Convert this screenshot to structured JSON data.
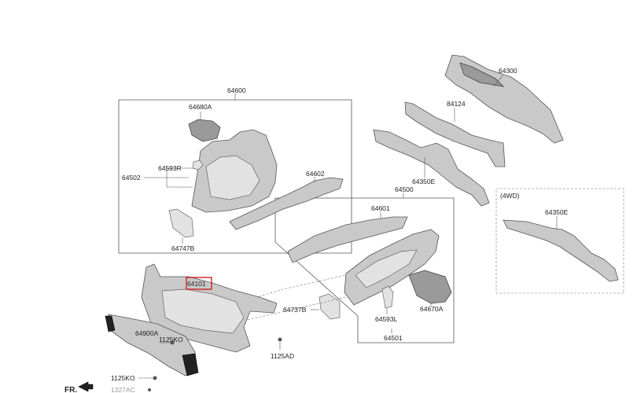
{
  "labels": {
    "p64600": "64600",
    "p64680A": "64680A",
    "p64593R": "64593R",
    "p64502": "64502",
    "p64602": "64602",
    "p64747B": "64747B",
    "p64300": "64300",
    "p84124": "84124",
    "p64350E_main": "64350E",
    "p64500": "64500",
    "p64601": "64601",
    "p64737B": "64737B",
    "p64593L": "64593L",
    "p64670A": "64670A",
    "p64501": "64501",
    "p64101": "64101",
    "p64900A": "64900A",
    "p1125KO_a": "1125KO",
    "p1125KO_b": "1125KO",
    "p1125AD": "1125AD",
    "p1327AC": "1327AC",
    "fr": "FR.",
    "variant_4wd": "(4WD)",
    "p64350E_4wd": "64350E"
  },
  "colors": {
    "highlight_box": "#cc2222",
    "part_fill": "#c9c9c9",
    "outline": "#555555"
  }
}
